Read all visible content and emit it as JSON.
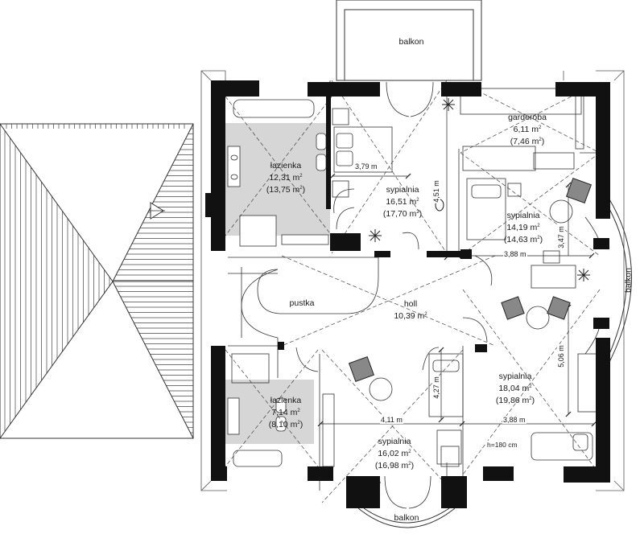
{
  "rooms": {
    "balkon_top": {
      "name": "balkon"
    },
    "balkon_right": {
      "name": "balkon"
    },
    "balkon_bottom": {
      "name": "balkon"
    },
    "garderoba": {
      "name": "garderoba",
      "area": "6,11 m",
      "area_gross": "(7,46 m",
      "unit_close": ")"
    },
    "lazienka_top": {
      "name": "łazienka",
      "area": "12,31 m",
      "area_gross": "(13,75 m",
      "unit_close": ")"
    },
    "sypialnia_top": {
      "name": "sypialnia",
      "area": "16,51 m",
      "area_gross": "(17,70 m",
      "unit_close": ")"
    },
    "sypialnia_right_top": {
      "name": "sypialnia",
      "area": "14,19 m",
      "area_gross": "(14,63 m",
      "unit_close": ")"
    },
    "holl": {
      "name": "holl",
      "area": "10,39 m"
    },
    "pustka": {
      "name": "pustka"
    },
    "sypialnia_right_bottom": {
      "name": "sypialnia",
      "area": "18,04 m",
      "area_gross": "(19,86 m",
      "unit_close": ")"
    },
    "lazienka_bottom": {
      "name": "łazienka",
      "area": "7,14 m",
      "area_gross": "(8,10 m",
      "unit_close": ")"
    },
    "sypialnia_bottom": {
      "name": "sypialnia",
      "area": "16,02 m",
      "area_gross": "(16,98 m",
      "unit_close": ")"
    }
  },
  "superscript": "2",
  "dimensions": {
    "d_379": "3,79 m",
    "d_451": "4,51 m",
    "d_347": "3,47 m",
    "d_388_top": "3,88 m",
    "d_506": "5,06 m",
    "d_427": "4,27 m",
    "d_411": "4,11 m",
    "d_388_bottom": "3,88 m",
    "bed_height": "h=180 cm"
  },
  "colors": {
    "wall": "#111111",
    "bathroom_floor": "#d6d6d6",
    "line": "#333333",
    "roof_line": "#444444"
  }
}
